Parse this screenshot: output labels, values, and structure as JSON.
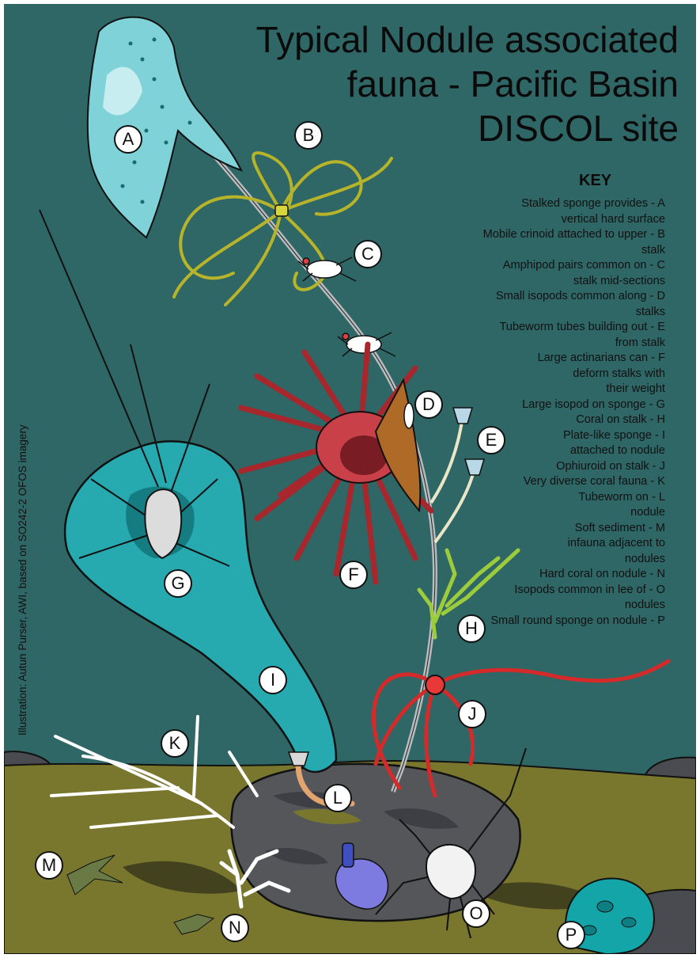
{
  "title_lines": [
    "Typical Nodule associated",
    "fauna - Pacific Basin",
    "DISCOL site"
  ],
  "key": {
    "heading": "KEY",
    "entries": [
      {
        "letter": "A",
        "lines": [
          "Stalked sponge provides - A",
          "vertical hard surface"
        ]
      },
      {
        "letter": "B",
        "lines": [
          "Mobile crinoid attached to upper - B",
          "stalk"
        ]
      },
      {
        "letter": "C",
        "lines": [
          "Amphipod pairs common on - C",
          "stalk mid-sections"
        ]
      },
      {
        "letter": "D",
        "lines": [
          "Small isopods common along - D",
          "stalks"
        ]
      },
      {
        "letter": "E",
        "lines": [
          "Tubeworm tubes building out - E",
          "from stalk"
        ]
      },
      {
        "letter": "F",
        "lines": [
          "Large actinarians can - F",
          "deform stalks with",
          "their weight"
        ]
      },
      {
        "letter": "G",
        "lines": [
          "Large isopod on sponge - G"
        ]
      },
      {
        "letter": "H",
        "lines": [
          "Coral on stalk - H"
        ]
      },
      {
        "letter": "I",
        "lines": [
          "Plate-like sponge - I",
          "attached to nodule"
        ]
      },
      {
        "letter": "J",
        "lines": [
          "Ophiuroid on stalk - J"
        ]
      },
      {
        "letter": "K",
        "lines": [
          "Very diverse coral fauna - K"
        ]
      },
      {
        "letter": "L",
        "lines": [
          "Tubeworm on - L",
          "nodule"
        ]
      },
      {
        "letter": "M",
        "lines": [
          "Soft sediment - M",
          "infauna adjacent to",
          "nodules"
        ]
      },
      {
        "letter": "N",
        "lines": [
          "Hard coral on nodule - N"
        ]
      },
      {
        "letter": "O",
        "lines": [
          "Isopods common in lee of - O",
          "nodules"
        ]
      },
      {
        "letter": "P",
        "lines": [
          "Small round sponge on nodule - P"
        ]
      }
    ]
  },
  "credit": "Illustration: Autun Purser, AWI, based on SO242-2 OFOS imagery",
  "colors": {
    "water": "#2f6666",
    "sediment": "#79772e",
    "nodule": "#55565a",
    "stalked_sponge": "#7fd3d8",
    "plate_sponge": "#27a9b0",
    "crinoid": "#b8b42a",
    "anemone": "#a8272c",
    "coral_on_stalk": "#9ccc3c",
    "ophiuroid": "#d42a2a",
    "round_sponge": "#13a5a8",
    "hard_coral": "#7d7ae0"
  }
}
